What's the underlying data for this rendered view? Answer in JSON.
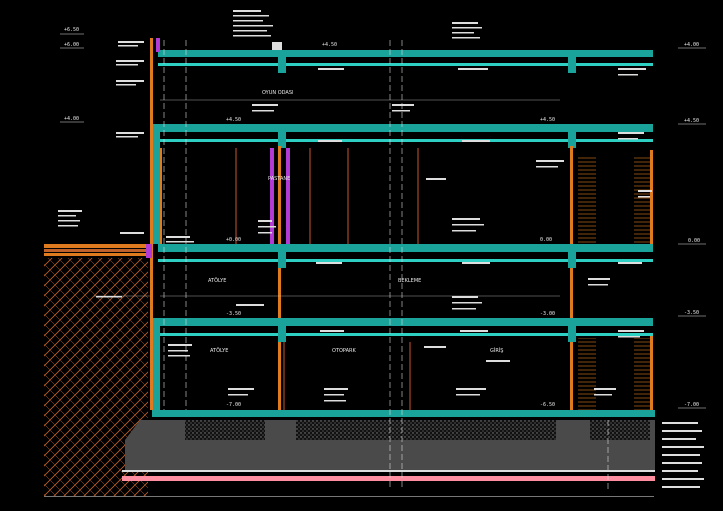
{
  "levels": {
    "left": [
      "+6.50",
      "+6.00",
      "+4.00"
    ],
    "right": [
      "+4.00",
      "+4.50",
      "0.00",
      "-3.50",
      "-7.00"
    ],
    "slab_marks": [
      "+4.50",
      "+0.00",
      "0.00",
      "-3.50",
      "-3.00",
      "-7.00",
      "-6.50"
    ]
  },
  "rooms": {
    "oyun_odasi": "OYUN ODASI",
    "pastane": "PASTANE",
    "atolye_1": "ATÖLYE",
    "bekleme": "BEKLEME",
    "atolye_2": "ATÖLYE",
    "otopark": "OTOPARK",
    "giris": "GİRİŞ"
  },
  "colors": {
    "slab": "#1aa39b",
    "slab_light": "#2fd0c4",
    "brick": "#e07a1e",
    "soil_hatch": "#c0612a",
    "column": "#ff6a3d",
    "purple": "#b23bd6",
    "white": "#ffffff",
    "grey_fill": "#4a4a4a",
    "pink": "#ff8fa0"
  }
}
